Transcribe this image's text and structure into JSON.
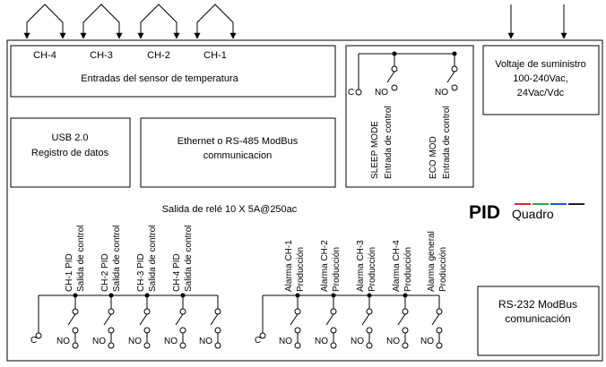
{
  "sensor_block": {
    "channels": [
      "CH-4",
      "CH-3",
      "CH-2",
      "CH-1"
    ],
    "title": "Entradas del sensor de temperatura"
  },
  "usb_block": {
    "line1": "USB 2.0",
    "line2": "Registro de datos"
  },
  "ethernet_block": {
    "line1": "Ethernet o RS-485 ModBus",
    "line2": "communicacion"
  },
  "control_inputs": {
    "c_label": "C",
    "no_label": "NO",
    "inputs": [
      {
        "line1": "SLEEP MODE",
        "line2": "Entrada de control"
      },
      {
        "line1": "ECO MOD",
        "line2": "Entrada de control"
      }
    ]
  },
  "supply_block": {
    "line1": "Voltaje de suministro",
    "line2": "100-240Vac,",
    "line3": "24Vac/Vdc"
  },
  "relay_output": {
    "title": "Salida de relé 10 X 5A@250ac",
    "c_label": "C",
    "no_label": "NO",
    "pid_outputs": [
      {
        "line1": "CH-1 PID",
        "line2": "Salida de control"
      },
      {
        "line1": "CH-2 PID",
        "line2": "Salida de control"
      },
      {
        "line1": "CH-3 PID",
        "line2": "Salida de control"
      },
      {
        "line1": "CH-4 PID",
        "line2": "Salida de control"
      }
    ],
    "alarm_outputs": [
      {
        "line1": "Alarma CH-1",
        "line2": "Producción"
      },
      {
        "line1": "Alarma CH-2",
        "line2": "Producción"
      },
      {
        "line1": "Alarma CH-3",
        "line2": "Producción"
      },
      {
        "line1": "Alarma CH-4",
        "line2": "Producción"
      },
      {
        "line1": "Alarma general",
        "line2": "Producción"
      }
    ]
  },
  "logo": {
    "text_pid": "PID",
    "text_quadro": "Quadro",
    "bar_colors": [
      "#d62828",
      "#2ba84a",
      "#1e5bd6",
      "#222222"
    ]
  },
  "rs232_block": {
    "line1": "RS-232 ModBus",
    "line2": "comunicación"
  }
}
